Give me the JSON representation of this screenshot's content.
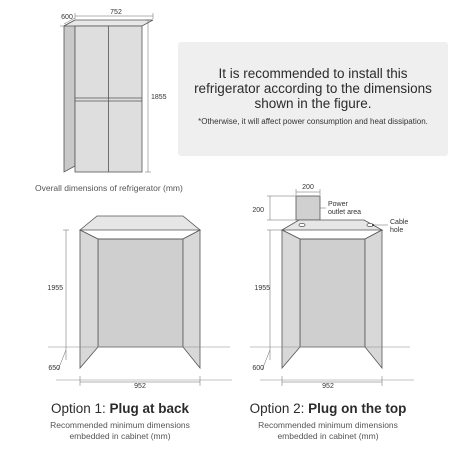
{
  "fridge": {
    "dims": {
      "depth": "600",
      "width": "752",
      "height": "1855"
    },
    "caption": "Overall dimensions of refrigerator (mm)"
  },
  "notice": {
    "main": "It is recommended to install this refrigerator according to the dimensions shown in the figure.",
    "note": "*Otherwise, it will affect power consumption and heat dissipation."
  },
  "option1": {
    "prefix": "Option 1: ",
    "emphasis": "Plug at back",
    "subtitle_line1": "Recommended minimum dimensions",
    "subtitle_line2": "embedded in cabinet (mm)",
    "dims": {
      "height": "1955",
      "depth": "650",
      "width": "952"
    }
  },
  "option2": {
    "prefix": "Option 2: ",
    "emphasis": "Plug on the top",
    "subtitle_line1": "Recommended minimum dimensions",
    "subtitle_line2": "embedded in cabinet (mm)",
    "dims": {
      "top_width": "200",
      "top_height": "200",
      "height": "1955",
      "depth": "600",
      "width": "952"
    },
    "power_label_line1": "Power",
    "power_label_line2": "outlet area",
    "cable_label_line1": "Cable",
    "cable_label_line2": "hole"
  },
  "colors": {
    "cabinet": "#dcdcdc",
    "line": "#444444",
    "notice_bg": "#efefef"
  }
}
